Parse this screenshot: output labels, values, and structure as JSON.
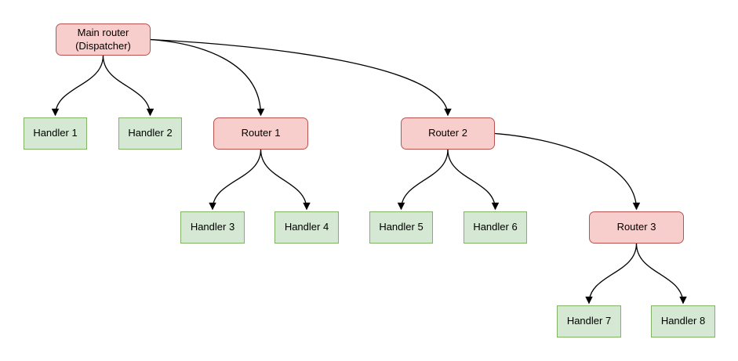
{
  "diagram": {
    "type": "tree",
    "colors": {
      "background": "#ffffff",
      "router_fill": "#f8cecc",
      "router_border": "#b85450",
      "handler_fill": "#d5e8d4",
      "handler_border": "#82b366",
      "edge_stroke": "#000000",
      "text": "#000000"
    },
    "nodes": {
      "main_router": {
        "type": "router",
        "label_line1": "Main router",
        "label_line2": "(Dispatcher)"
      },
      "router1": {
        "type": "router",
        "label": "Router 1"
      },
      "router2": {
        "type": "router",
        "label": "Router 2"
      },
      "router3": {
        "type": "router",
        "label": "Router 3"
      },
      "handler1": {
        "type": "handler",
        "label": "Handler 1"
      },
      "handler2": {
        "type": "handler",
        "label": "Handler 2"
      },
      "handler3": {
        "type": "handler",
        "label": "Handler 3"
      },
      "handler4": {
        "type": "handler",
        "label": "Handler 4"
      },
      "handler5": {
        "type": "handler",
        "label": "Handler 5"
      },
      "handler6": {
        "type": "handler",
        "label": "Handler 6"
      },
      "handler7": {
        "type": "handler",
        "label": "Handler 7"
      },
      "handler8": {
        "type": "handler",
        "label": "Handler 8"
      }
    },
    "edges": [
      {
        "from": "main_router",
        "to": "handler1"
      },
      {
        "from": "main_router",
        "to": "handler2"
      },
      {
        "from": "main_router",
        "to": "router1"
      },
      {
        "from": "main_router",
        "to": "router2"
      },
      {
        "from": "router1",
        "to": "handler3"
      },
      {
        "from": "router1",
        "to": "handler4"
      },
      {
        "from": "router2",
        "to": "handler5"
      },
      {
        "from": "router2",
        "to": "handler6"
      },
      {
        "from": "router2",
        "to": "router3"
      },
      {
        "from": "router3",
        "to": "handler7"
      },
      {
        "from": "router3",
        "to": "handler8"
      }
    ]
  }
}
